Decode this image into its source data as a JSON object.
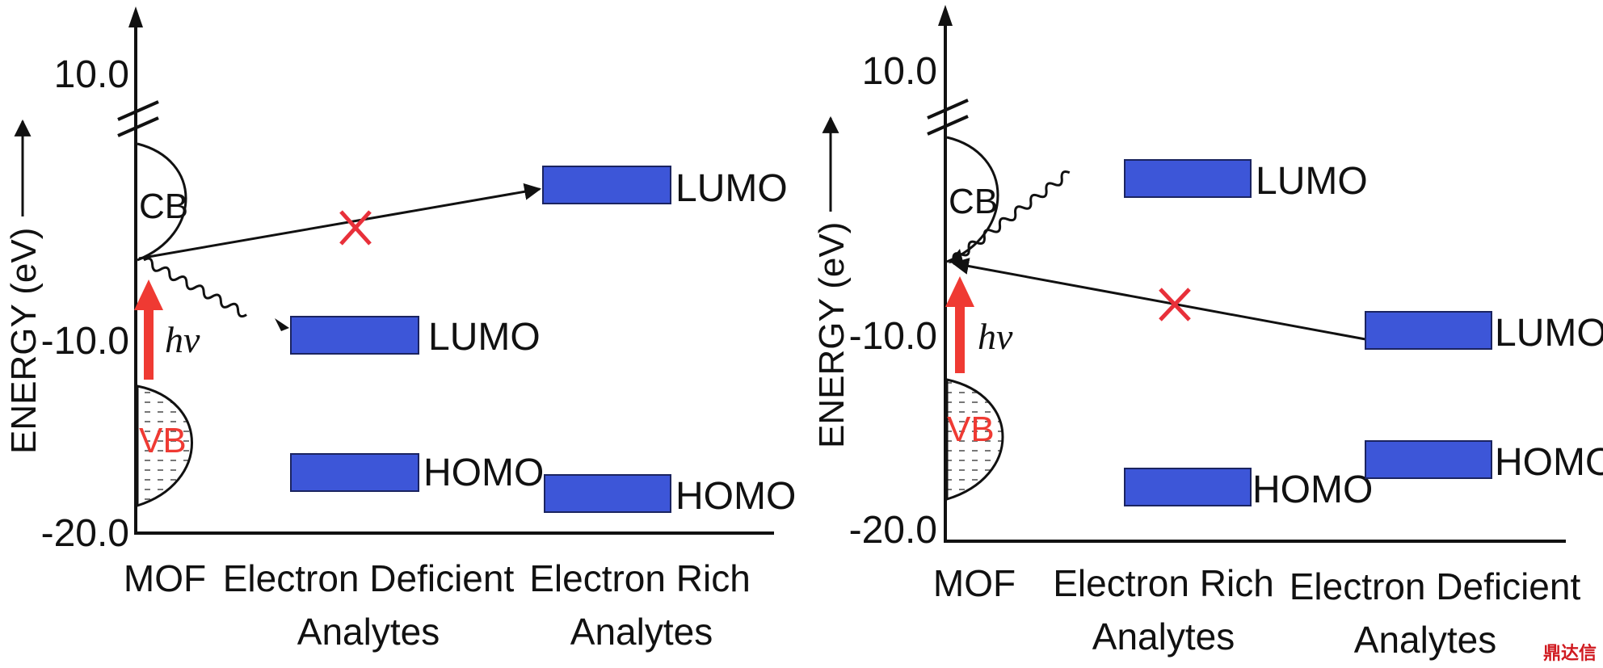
{
  "colors": {
    "level_fill": "#3d56d8",
    "level_stroke": "#1b2460",
    "excitation_arrow": "#ef3a33",
    "blocked_mark": "#e8303a",
    "vb_label": "#ef3a33",
    "line": "#111111"
  },
  "left_panel": {
    "ylabel": "ENERGY (eV)",
    "ticks": [
      "10.0",
      "-10.0",
      "-20.0"
    ],
    "cb_label": "CB",
    "vb_label": "VB",
    "hv_label": "hν",
    "categories": [
      {
        "line1": "MOF",
        "line2": ""
      },
      {
        "line1": "Electron Deficient",
        "line2": "Analytes"
      },
      {
        "line1": "Electron Rich",
        "line2": "Analytes"
      }
    ],
    "levels": {
      "deficient_lumo": "LUMO",
      "deficient_homo": "HOMO",
      "rich_lumo": "LUMO",
      "rich_homo": "HOMO"
    }
  },
  "right_panel": {
    "ylabel": "ENERGY (eV)",
    "ticks": [
      "10.0",
      "-10.0",
      "-20.0"
    ],
    "cb_label": "CB",
    "vb_label": "VB",
    "hv_label": "hν",
    "categories": [
      {
        "line1": "MOF",
        "line2": ""
      },
      {
        "line1": "Electron Rich",
        "line2": "Analytes"
      },
      {
        "line1": "Electron Deficient",
        "line2": "Analytes"
      }
    ],
    "levels": {
      "rich_lumo": "LUMO",
      "rich_homo": "HOMO",
      "deficient_lumo": "LUMO",
      "deficient_homo": "HOMO"
    }
  },
  "watermark": "鼎达信"
}
